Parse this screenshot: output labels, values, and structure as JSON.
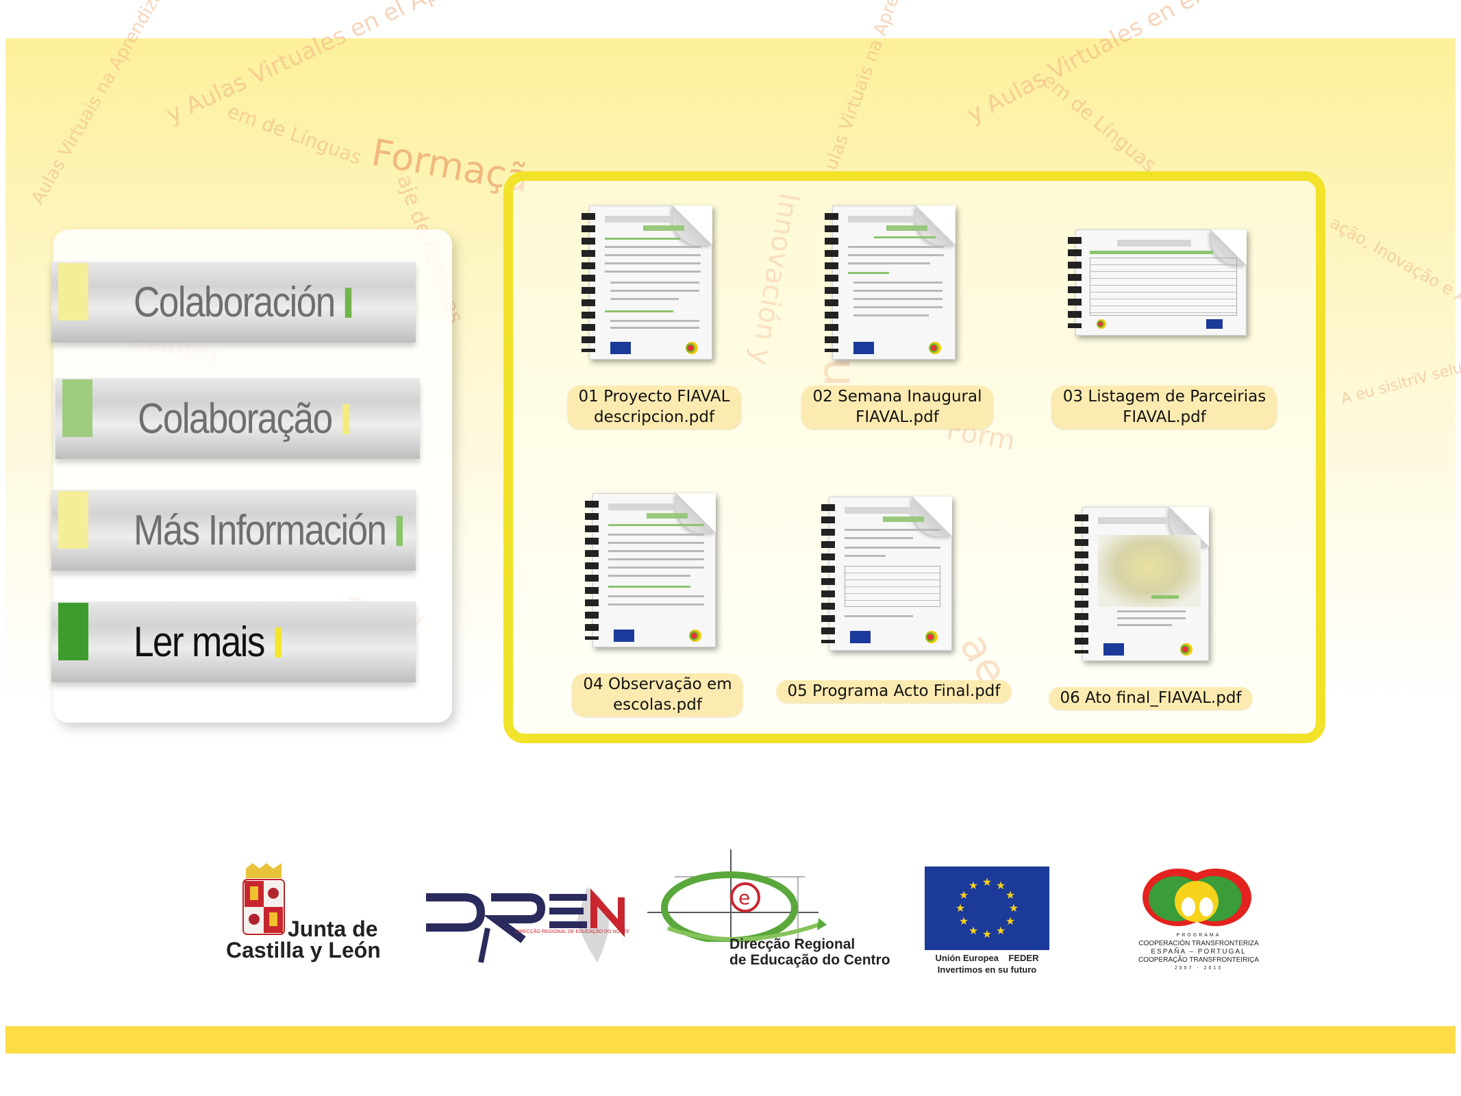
{
  "menu": {
    "items": [
      {
        "label": "Colaboración",
        "swatch": "#f5ee99",
        "tick": "#6fb54a",
        "active": false
      },
      {
        "label": "Colaboração",
        "swatch": "#9fcc7f",
        "tick": "#f3ec7c",
        "active": false
      },
      {
        "label": "Más Información",
        "swatch": "#f5ee99",
        "tick": "#8bc46b",
        "active": false
      },
      {
        "label": "Ler mais",
        "swatch": "#3d9c2c",
        "tick": "#f3e62d",
        "active": true
      }
    ]
  },
  "files": [
    {
      "line1": "01 Proyecto FIAVAL",
      "line2": "descripcion.pdf"
    },
    {
      "line1": "02 Semana Inaugural",
      "line2": "FIAVAL.pdf"
    },
    {
      "line1": "03 Listagem de Parceirias",
      "line2": "FIAVAL.pdf"
    },
    {
      "line1": "04 Observação em",
      "line2": "escolas.pdf"
    },
    {
      "line1": "05 Programa Acto Final.pdf",
      "line2": ""
    },
    {
      "line1": "06 Ato final_FIAVAL.pdf",
      "line2": ""
    }
  ],
  "logos": {
    "junta": {
      "line1": "Junta de",
      "line2": "Castilla y León"
    },
    "dren": {
      "text": "DREN",
      "sub": "DIRECÇÃO REGIONAL DE EDUCAÇÃO DO NORTE"
    },
    "drec": {
      "line1": "Direcção Regional",
      "line2": "de Educação do Centro"
    },
    "eu": {
      "line1": "Unión Europea    FEDER",
      "line2": "Invertimos en su futuro"
    },
    "poctep": {
      "line1": "PROGRAMA",
      "line2": "COOPERACIÓN TRANSFRONTERIZA",
      "line3": "ESPAÑA – PORTUGAL",
      "line4": "COOPERAÇÃO TRANSFRONTEIRIÇA",
      "line5": "2007 - 2013"
    }
  },
  "colors": {
    "accent_yellow": "#f2e22a",
    "bottom_bar": "#fddc45",
    "eu_blue": "#1b3a99"
  }
}
